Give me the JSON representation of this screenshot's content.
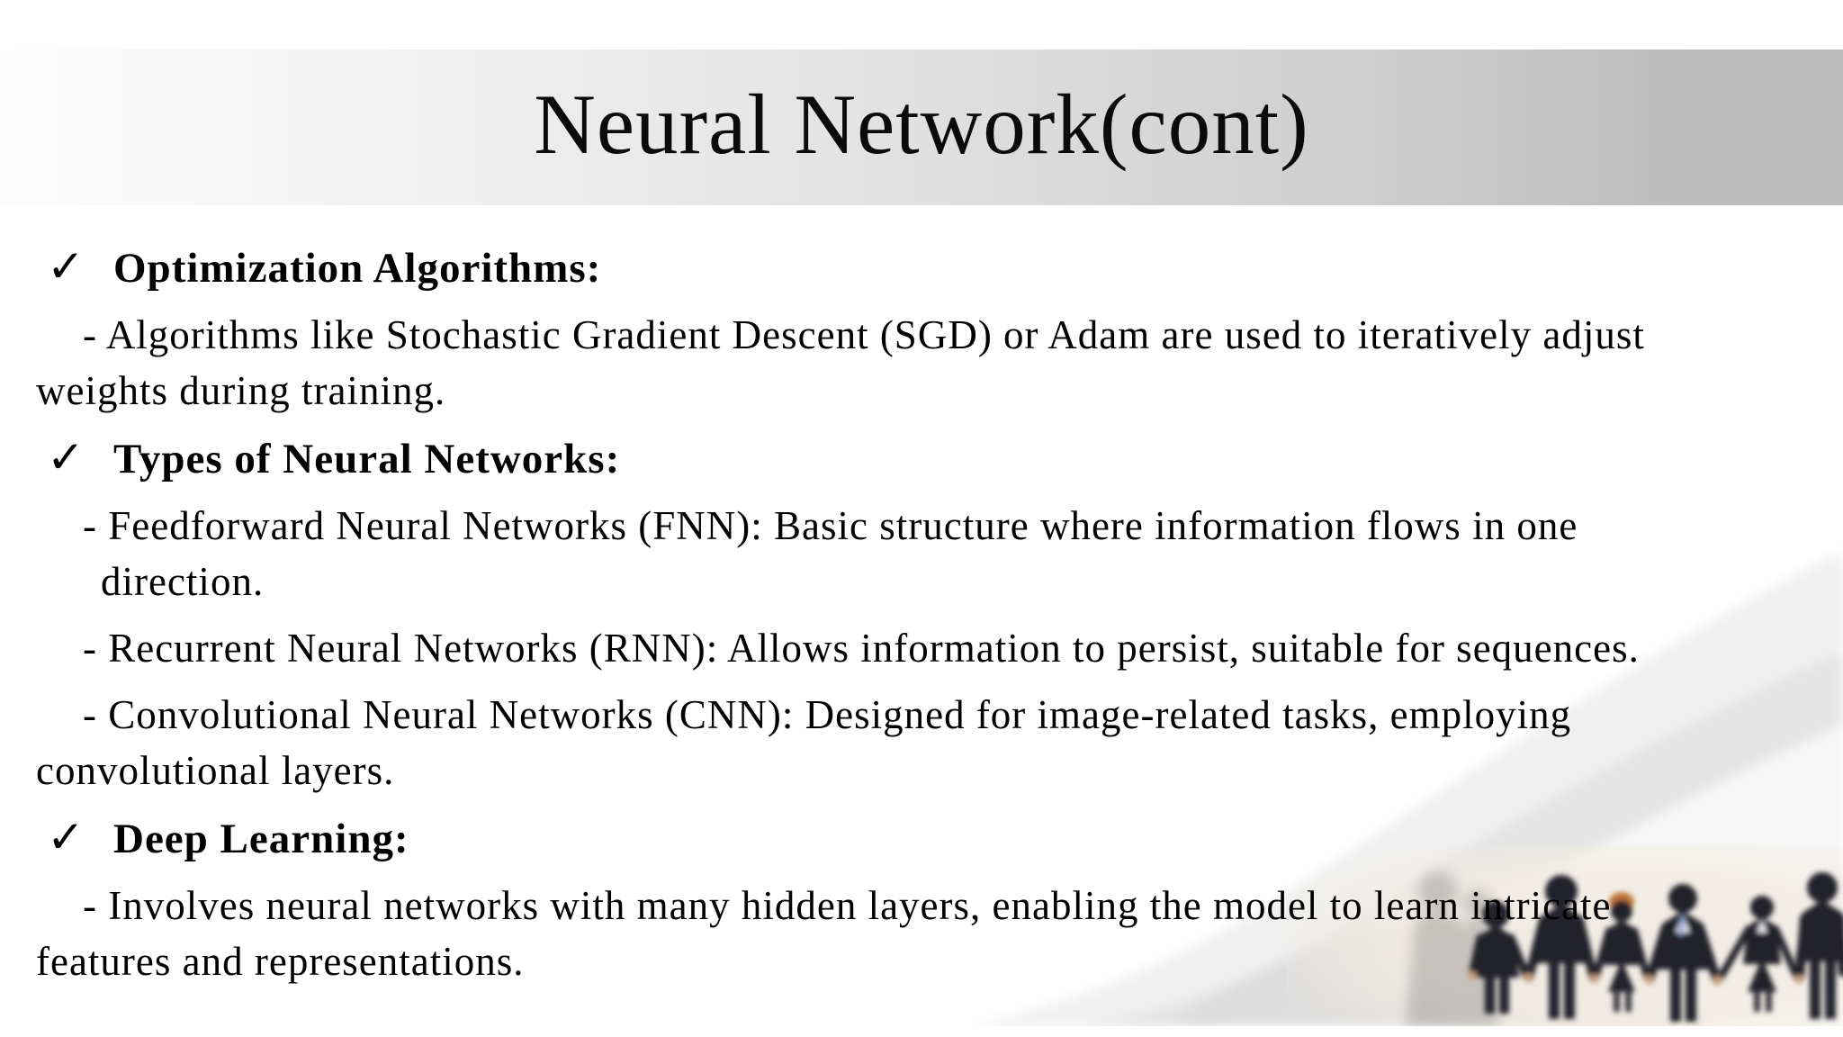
{
  "slide": {
    "title": "Neural Network(cont)"
  },
  "icons": {
    "check": "✓",
    "wave_graphic": "gray-swoosh-waves",
    "photo_graphic": "blurred-business-people-holding-hands"
  },
  "colors": {
    "text": "#000000",
    "band_left": "#fdfdfd",
    "band_right": "#bcbcbc",
    "wave_light": "#f0f0f0",
    "wave_mid": "#e4e4e4",
    "wave_bright": "#f6f6f6",
    "wave_shadow": "#dcdcdc",
    "photo_warm": "#f2ece3",
    "silhouette": "#23232b",
    "suit_gray": "#35363c",
    "hair_orange": "#c0763a",
    "tie_blue": "#7d9bd1",
    "skin": "#c9a07e",
    "shirt_white": "#e9e9ef"
  },
  "sections": [
    {
      "heading": "Optimization Algorithms:",
      "lines": [
        "- Algorithms like Stochastic Gradient Descent (SGD) or Adam are used to iteratively adjust",
        "weights during training."
      ]
    },
    {
      "heading": "Types of Neural Networks:",
      "lines": [
        "- Feedforward Neural Networks (FNN): Basic structure where information flows in one",
        "direction.",
        "- Recurrent Neural Networks (RNN): Allows information to persist, suitable for sequences.",
        "- Convolutional Neural Networks (CNN): Designed for image-related tasks, employing",
        "convolutional layers.",
        "- Involves neural networks with many hidden layers, enabling the model to learn intricate",
        "features and representations."
      ]
    },
    {
      "heading": "Deep Learning:",
      "lines": [
        "- Involves neural networks with many hidden layers, enabling the model to learn intricate",
        "features and representations."
      ]
    }
  ]
}
